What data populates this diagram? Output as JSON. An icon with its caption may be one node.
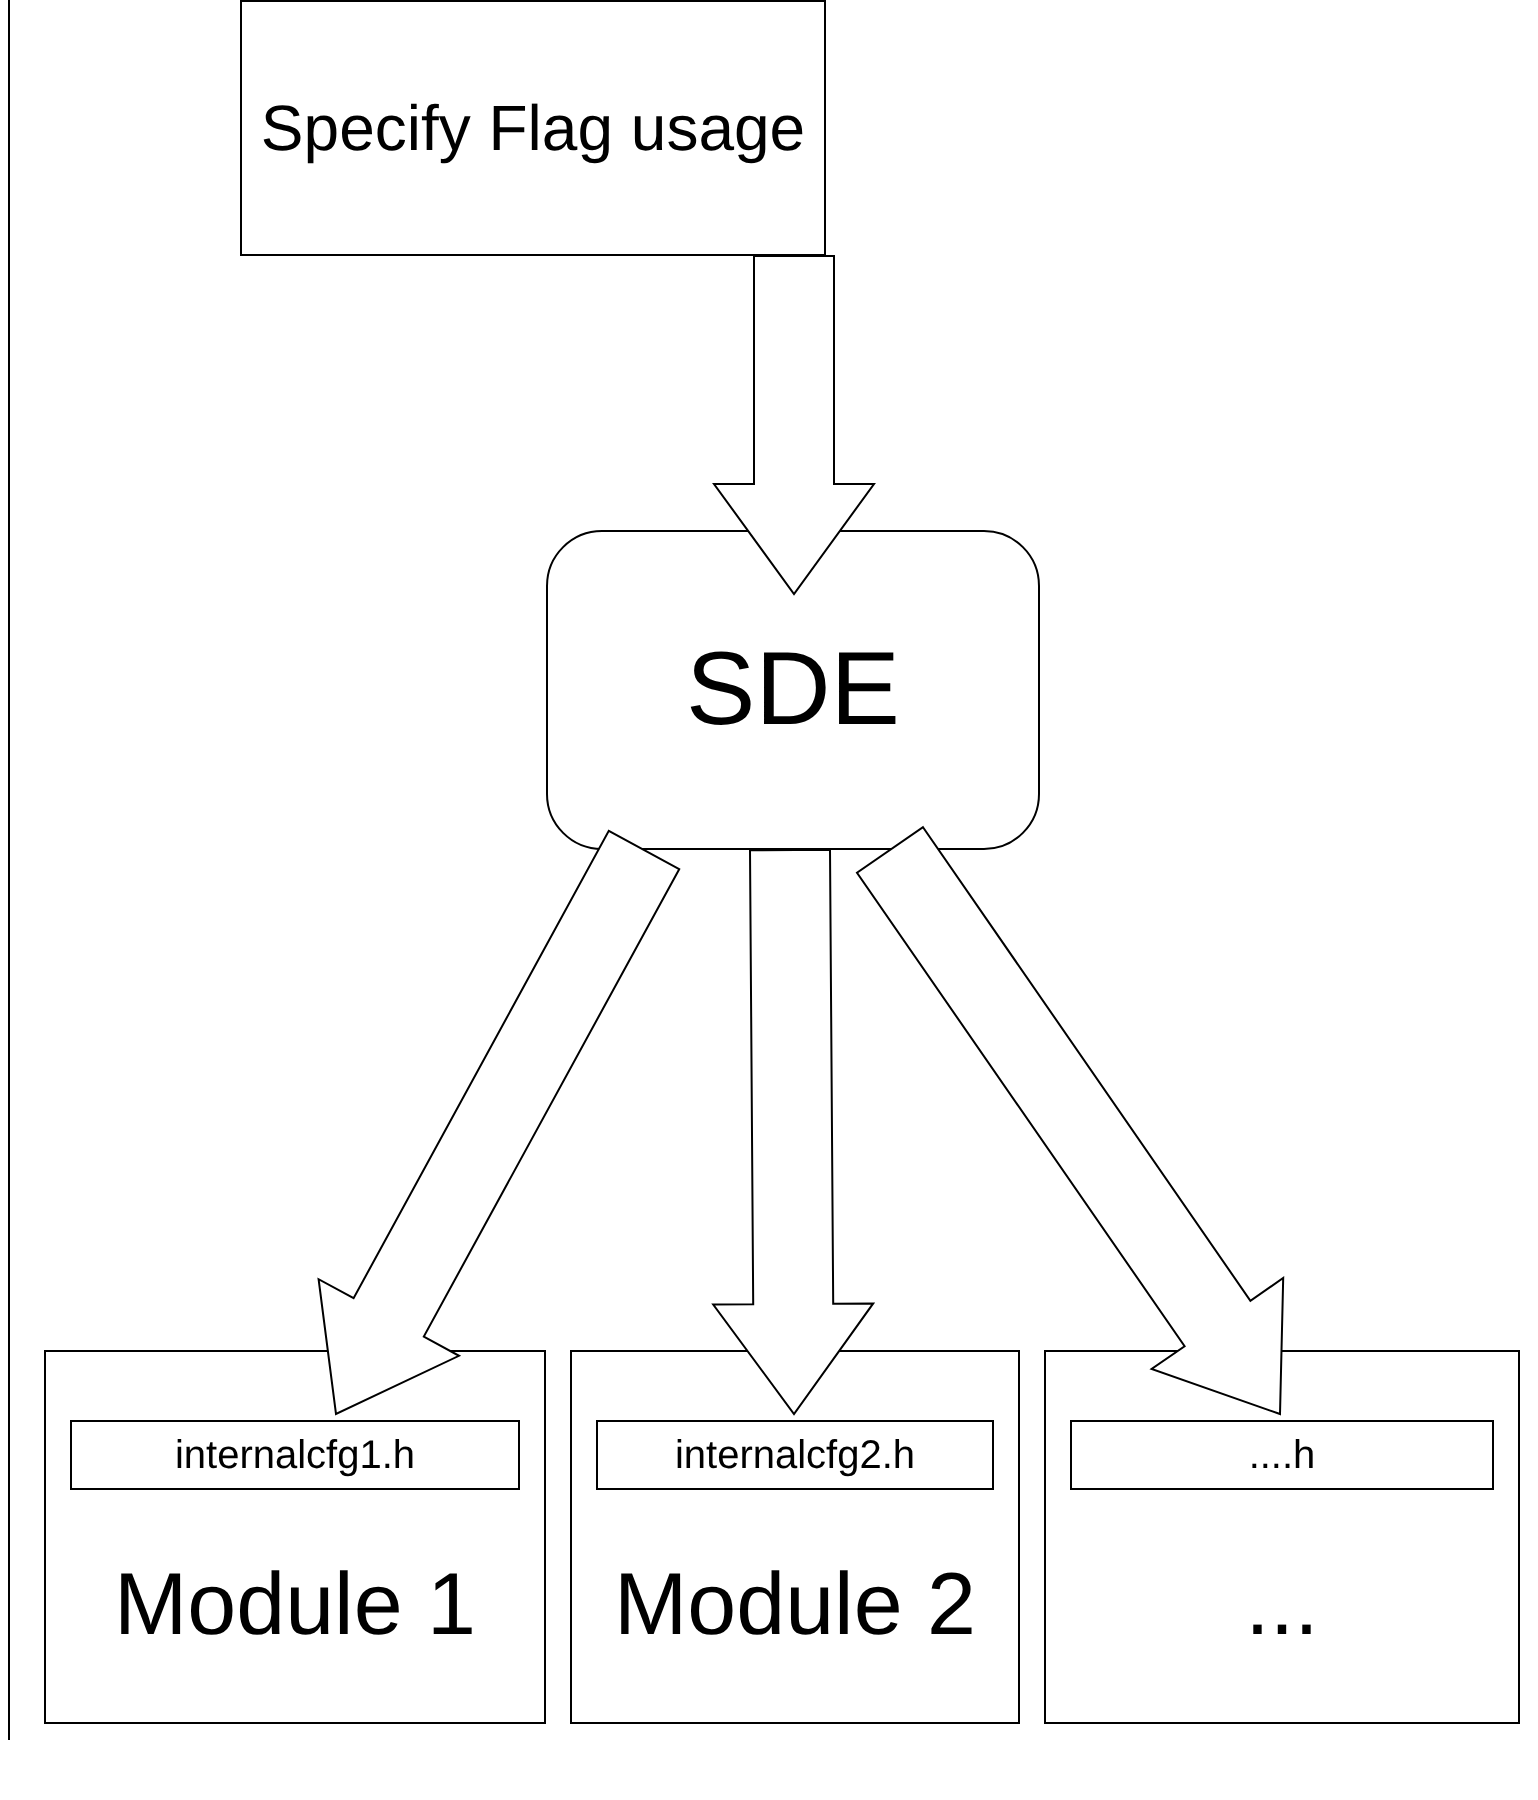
{
  "diagram": {
    "nodes": [
      {
        "text": [
          "Specify Flag usage"
        ]
      },
      {
        "text": [
          "SDE"
        ]
      },
      {
        "text": [
          "Module 1"
        ]
      },
      {
        "text": [
          "internalcfg1.h"
        ],
        "in": 2
      },
      {
        "text": [
          "Module 2"
        ]
      },
      {
        "text": [
          "internalcfg2.h"
        ],
        "in": 4
      },
      {
        "text": [
          "..."
        ]
      },
      {
        "text": [
          "....h"
        ],
        "in": 6
      }
    ],
    "edges": [
      {
        "from": 0,
        "to": 1,
        "arrow": "to"
      },
      {
        "from": 1,
        "to": 2,
        "arrow": "to"
      },
      {
        "from": 1,
        "to": 4,
        "arrow": "to"
      },
      {
        "from": 1,
        "to": 6,
        "arrow": "to"
      }
    ]
  }
}
